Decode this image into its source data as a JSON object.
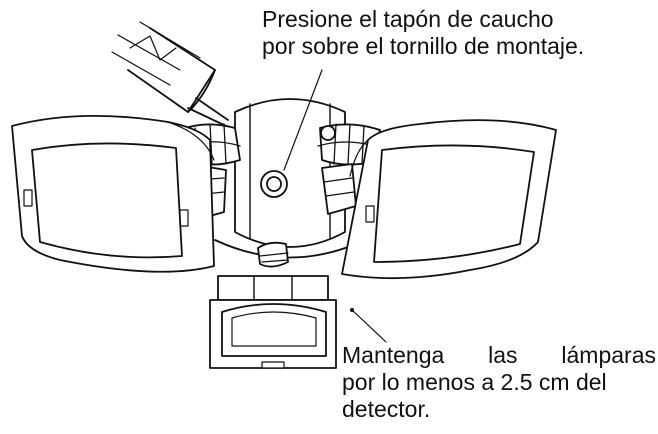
{
  "captions": {
    "rubber_cap": {
      "line1": "Presione el tapón de caucho",
      "line2": "por sobre el tornillo de montaje."
    },
    "lamp_clearance": {
      "line1": "Mantenga las lámparas",
      "line2": "por lo menos a 2.5 cm del",
      "line3": "detector."
    }
  },
  "colors": {
    "line": "#111111",
    "background": "#ffffff"
  }
}
